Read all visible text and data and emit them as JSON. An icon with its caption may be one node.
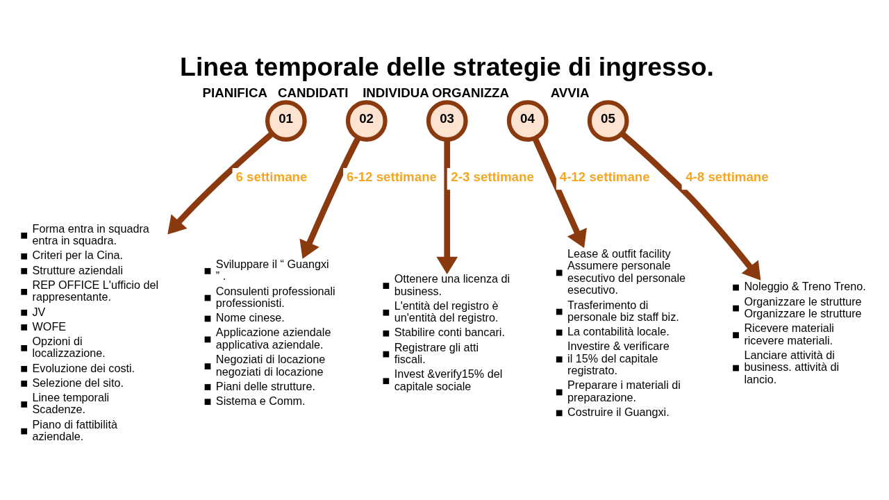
{
  "diagram": {
    "title": "Linea temporale delle strategie di ingresso.",
    "nodes": [
      {
        "text": [
          "01"
        ],
        "beside": [
          "PIANIFICA"
        ]
      },
      {
        "text": [
          "02"
        ],
        "beside": [
          "CANDIDATI"
        ]
      },
      {
        "text": [
          "03"
        ],
        "beside": [
          "INDIVIDUA"
        ]
      },
      {
        "text": [
          "04"
        ],
        "beside": [
          "ORGANIZZA"
        ]
      },
      {
        "text": [
          "05"
        ],
        "beside": [
          "AVVIA"
        ]
      },
      {
        "text": [
          "Forma entra in squadra entra in squadra.",
          "Criteri per la Cina.",
          "Strutture aziendali",
          "REP OFFICE L'ufficio del rappresentante.",
          "JV",
          "WOFE",
          "Opzioni di localizzazione.",
          "Evoluzione dei costi.",
          "Selezione del sito.",
          "Linee temporali Scadenze.",
          "Piano di fattibilità aziendale."
        ]
      },
      {
        "text": [
          "Sviluppare il “ Guangxi ” .",
          "Consulenti professionali professionisti.",
          "Nome cinese.",
          "Applicazione aziendale applicativa aziendale.",
          "Negoziati di locazione negoziati di locazione",
          "Piani delle strutture.",
          "Sistema e Comm."
        ]
      },
      {
        "text": [
          "Ottenere una licenza di business.",
          "L'entità del registro è un'entità del registro.",
          "Stabilire conti bancari.",
          "Registrare gli atti fiscali.",
          "Invest &verify15% del capitale sociale"
        ]
      },
      {
        "text": [
          "Lease & outfit facility Assumere personale esecutivo del personale esecutivo.",
          "Trasferimento di personale biz staff biz.",
          "La contabilità locale.",
          "Investire & verificare il 15% del capitale registrato.",
          "Preparare i materiali di preparazione.",
          "Costruire il Guangxi."
        ]
      },
      {
        "text": [
          "Noleggio & Treno Treno.",
          "Organizzare le strutture Organizzare le strutture",
          "Ricevere materiali ricevere materiali.",
          "Lanciare attività di business. attività di lancio."
        ]
      }
    ],
    "edges": [
      {
        "from": 0,
        "to": 5,
        "arrow": "to",
        "label": "6 settimane"
      },
      {
        "from": 1,
        "to": 6,
        "arrow": "to",
        "label": "6-12 settimane"
      },
      {
        "from": 2,
        "to": 7,
        "arrow": "to",
        "label": "2-3 settimane"
      },
      {
        "from": 3,
        "to": 8,
        "arrow": "to",
        "label": "4-12 settimane"
      },
      {
        "from": 4,
        "to": 9,
        "arrow": "to",
        "label": "4-8 settimane"
      }
    ]
  }
}
